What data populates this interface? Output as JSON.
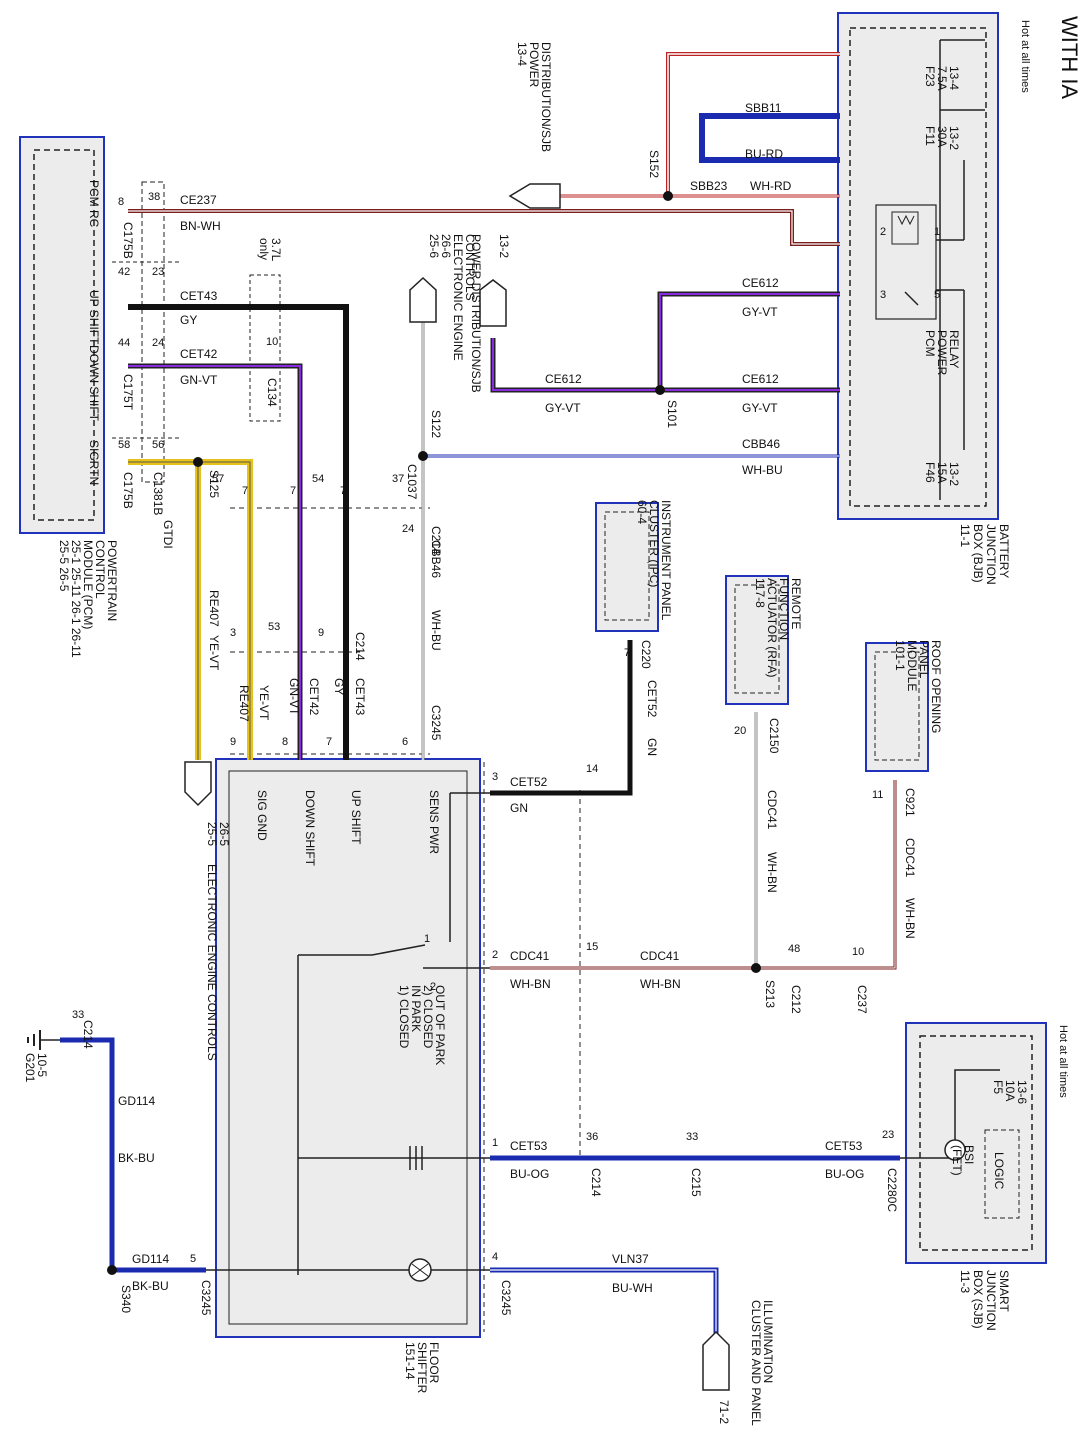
{
  "title": "WITH IA",
  "hot_all_times": "Hot at all times",
  "modules": {
    "bjb": [
      "BATTERY",
      "JUNCTION",
      "BOX (BJB)",
      "11-1"
    ],
    "sjb": [
      "SMART",
      "JUNCTION",
      "BOX (SJB)",
      "11-3"
    ],
    "pcm": [
      "POWERTRAIN",
      "CONTROL",
      "MODULE (PCM)",
      "25-1  25-11  26-1  26-11",
      "25-5  26-5"
    ],
    "ipc": [
      "INSTRUMENT PANEL",
      "CLUSTER (IPC)",
      "60-4"
    ],
    "rfa": [
      "REMOTE",
      "FUNCTION",
      "ACTUATOR (RFA)",
      "117-8"
    ],
    "ropm": [
      "ROOF OPENING",
      "PANEL",
      "MODULE",
      "101-1"
    ],
    "shifter": [
      "FLOOR",
      "SHIFTER",
      "151-14"
    ],
    "pcm_relay": [
      "PCM",
      "POWER",
      "RELAY"
    ],
    "logic": "LOGIC",
    "bsi": [
      "BSI",
      "(FET)"
    ]
  },
  "pcm_pins": [
    "PCM RC",
    "UP SHIFT",
    "DOWN SHIFT",
    "SIGRTN"
  ],
  "shifter_pins": [
    "SIG GND",
    "DOWN SHIFT",
    "UP SHIFT",
    "SENS PWR"
  ],
  "fuses": [
    {
      "id": "F23",
      "amps": "7.5A",
      "ref": "13-4"
    },
    {
      "id": "F11",
      "amps": "30A",
      "ref": "13-2"
    },
    {
      "id": "F46",
      "amps": "15A",
      "ref": "13-2"
    },
    {
      "id": "F5",
      "amps": "10A",
      "ref": "13-6"
    }
  ],
  "circuits": {
    "sbb11": "SBB11",
    "bu_rd": "BU-RD",
    "sbb23": "SBB23",
    "wh_rd": "WH-RD",
    "ce237": "CE237",
    "bn_wh": "BN-WH",
    "cet43": "CET43",
    "gy": "GY",
    "cet42": "CET42",
    "gn_vt": "GN-VT",
    "ce612": "CE612",
    "gy_vt": "GY-VT",
    "cbb46": "CBB46",
    "wh_bu": "WH-BU",
    "re407": "RE407",
    "ye_vt": "YE-VT",
    "cet52": "CET52",
    "gn": "GN",
    "cdc41": "CDC41",
    "wh_bn": "WH-BN",
    "cet53": "CET53",
    "bu_og": "BU-OG",
    "gd114": "GD114",
    "bk_bu": "BK-BU",
    "vln37": "VLN37",
    "bu_wh": "BU-WH"
  },
  "connectors": {
    "c175b": "C175B",
    "c175t": "C175T",
    "c1381b": "C1381B",
    "c134": "C134",
    "c214": "C214",
    "c3245": "C3245",
    "c220": "C220",
    "c2150": "C2150",
    "c921": "C921",
    "c212": "C212",
    "c237": "C237",
    "c215": "C215",
    "c2280c": "C2280C",
    "c1037": "C1037"
  },
  "splices": {
    "s152": "S152",
    "s101": "S101",
    "s122": "S122",
    "s125": "S125",
    "s213": "S213",
    "s340": "S340",
    "g201": "G201",
    "g201_ref": "10-5"
  },
  "gtdi": "GTDI",
  "note_37": [
    "3.7L",
    "only"
  ],
  "refs": {
    "pd_13_4": [
      "13-4",
      "POWER",
      "DISTRIBUTION/SJB"
    ],
    "pd_13_2": [
      "13-2",
      "POWER DISTRIBUTION/SJB"
    ],
    "eec_top": [
      "25-6",
      "26-6",
      "ELECTRONIC ENGINE",
      "CONTROLS"
    ],
    "eec_bottom": [
      "25-5",
      "26-5",
      "ELECTRONIC ENGINE CONTROLS"
    ],
    "cluster_illum": [
      "CLUSTER AND PANEL",
      "ILLUMINATION"
    ],
    "ref_71_2": "71-2"
  },
  "switch_notes": [
    "1) CLOSED",
    "IN PARK",
    "2) CLOSED",
    "OUT OF PARK"
  ],
  "pins": {
    "p8": "8",
    "p38": "38",
    "p42": "42",
    "p23": "23",
    "p44": "44",
    "p24": "24",
    "p58": "58",
    "p56": "56",
    "p57": "57",
    "p7": "7",
    "p54": "54",
    "p37": "37",
    "p10": "10",
    "p1": "1",
    "p2": "2",
    "p3": "3",
    "p4": "4",
    "p5": "5",
    "p6": "6",
    "p9": "9",
    "p53": "53",
    "p14": "14",
    "p15": "15",
    "p20": "20",
    "p11": "11",
    "p48": "48",
    "p36": "36",
    "p33": "33"
  }
}
